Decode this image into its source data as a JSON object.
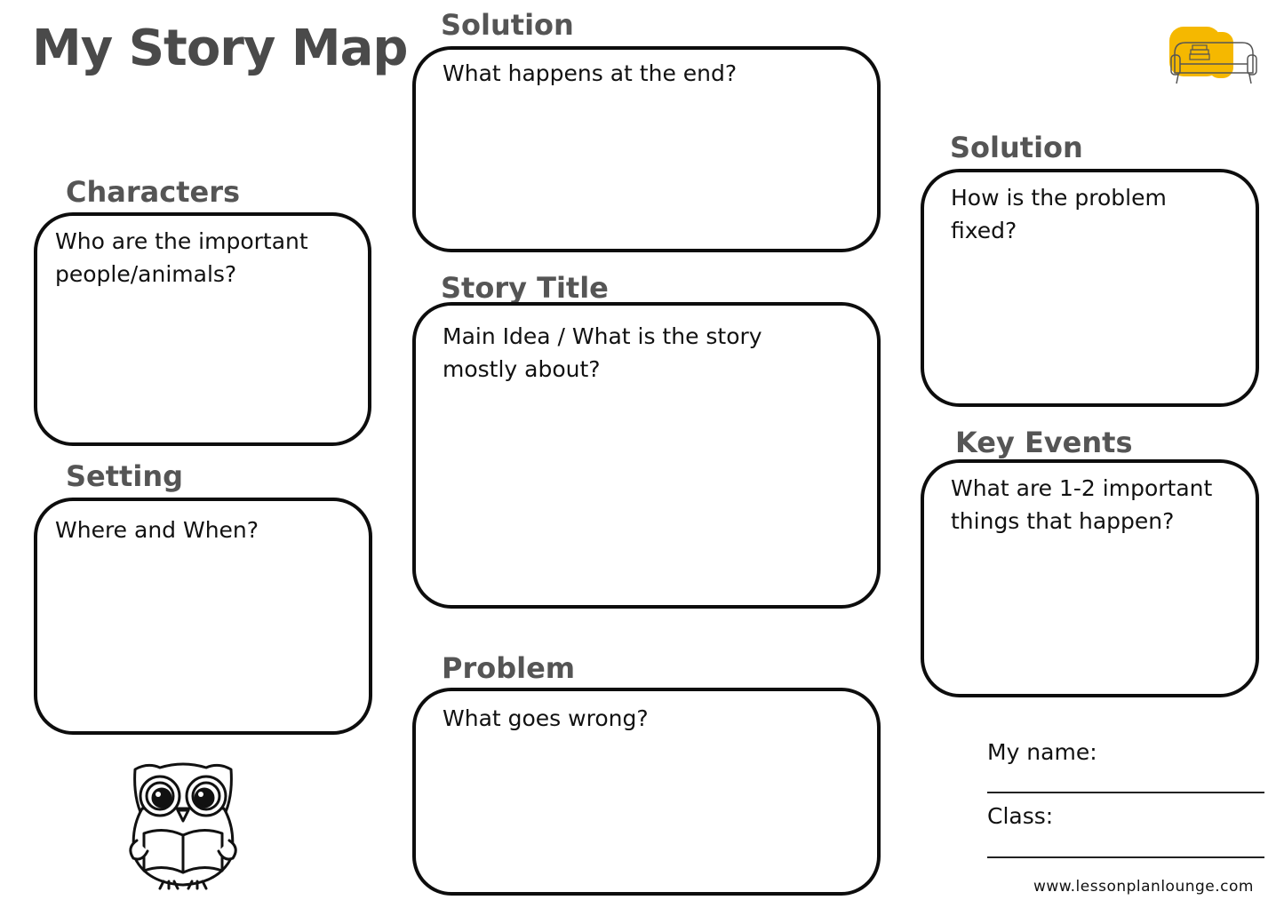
{
  "page_title": "My Story Map",
  "logo_icon": "sofa-with-books-icon",
  "illustration_icon": "owl-reading-book-icon",
  "sections": {
    "solution_end": {
      "heading": "Solution",
      "prompt": "What happens at the end?"
    },
    "characters": {
      "heading": "Characters",
      "prompt": "Who are the important people/animals?"
    },
    "setting": {
      "heading": "Setting",
      "prompt": "Where and When?"
    },
    "story_title": {
      "heading": "Story Title",
      "prompt": "Main Idea / What is the story mostly about?"
    },
    "problem": {
      "heading": "Problem",
      "prompt": "What goes wrong?"
    },
    "solution_fix": {
      "heading": "Solution",
      "prompt": "How is the problem fixed?"
    },
    "key_events": {
      "heading": "Key Events",
      "prompt": "What are 1-2 important things that happen?"
    }
  },
  "student": {
    "name_label": "My name:",
    "class_label": "Class:"
  },
  "website": "www.lessonplanlounge.com",
  "colors": {
    "border": "#0d0d0d",
    "heading": "#555555",
    "logo_accent": "#f5b800"
  }
}
